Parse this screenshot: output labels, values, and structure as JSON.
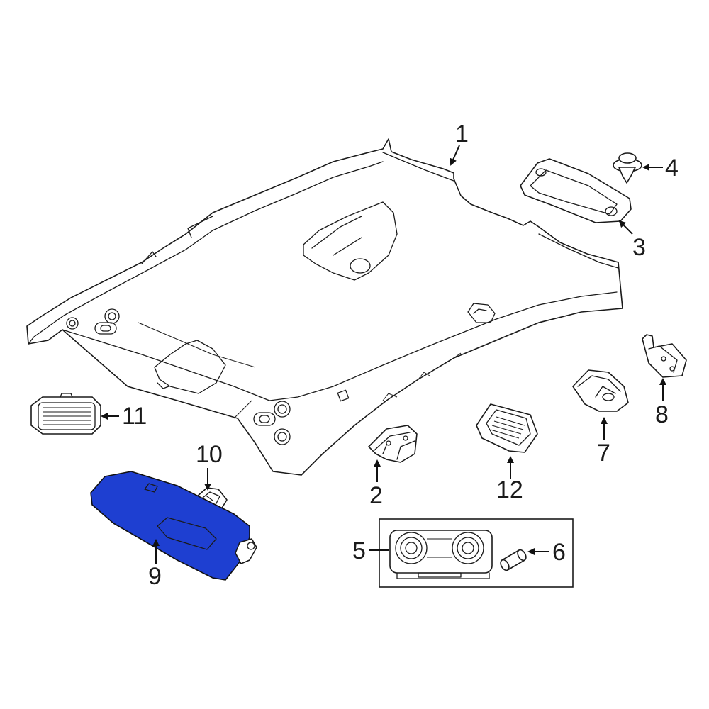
{
  "highlight_color": "#1e3fd1",
  "callouts": [
    {
      "id": "1",
      "label": "1"
    },
    {
      "id": "2",
      "label": "2"
    },
    {
      "id": "3",
      "label": "3"
    },
    {
      "id": "4",
      "label": "4"
    },
    {
      "id": "5",
      "label": "5"
    },
    {
      "id": "6",
      "label": "6"
    },
    {
      "id": "7",
      "label": "7"
    },
    {
      "id": "8",
      "label": "8"
    },
    {
      "id": "9",
      "label": "9"
    },
    {
      "id": "10",
      "label": "10"
    },
    {
      "id": "11",
      "label": "11"
    },
    {
      "id": "12",
      "label": "12"
    }
  ],
  "highlighted_part": "9"
}
